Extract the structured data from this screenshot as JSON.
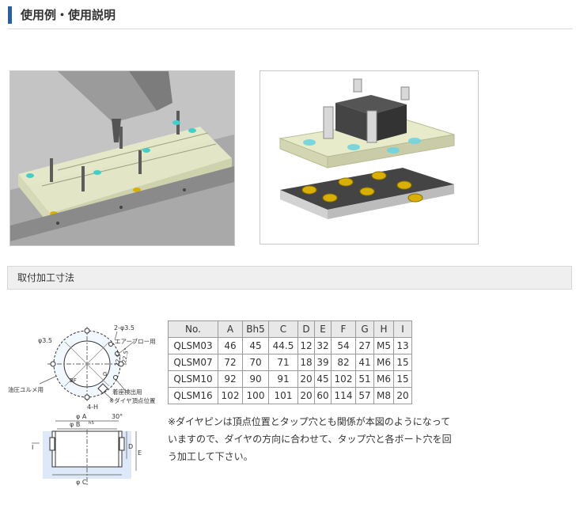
{
  "header": {
    "title": "使用例・使用説明"
  },
  "section": {
    "title": "取付加工寸法"
  },
  "diagram": {
    "labels": {
      "phi35_top": "φ3.5",
      "two_phi35": "2-φ3.5",
      "air_blow": "エアーブロー用",
      "hydraulic": "油圧ユルメ用",
      "seating": "着座検出用",
      "diamond_pos": "※ダイヤ頂点位置",
      "four_h": "4-H",
      "angle_225a": "22.5°",
      "angle_225b": "22.5°",
      "bf": "BF",
      "g": "G",
      "phi_a": "φ A",
      "phi_b": "φ B",
      "b_tol": "h5",
      "deg30": "30°",
      "phi_c": "φ C",
      "i": "I",
      "d": "D",
      "e": "E"
    }
  },
  "table": {
    "headers": [
      "No.",
      "A",
      "Bh5",
      "C",
      "D",
      "E",
      "F",
      "G",
      "H",
      "I"
    ],
    "rows": [
      [
        "QLSM03",
        "46",
        "45",
        "44.5",
        "12",
        "32",
        "54",
        "27",
        "M5",
        "13"
      ],
      [
        "QLSM07",
        "72",
        "70",
        "71",
        "18",
        "39",
        "82",
        "41",
        "M6",
        "15"
      ],
      [
        "QLSM10",
        "92",
        "90",
        "91",
        "20",
        "45",
        "102",
        "51",
        "M6",
        "15"
      ],
      [
        "QLSM16",
        "102",
        "100",
        "101",
        "20",
        "60",
        "114",
        "57",
        "M8",
        "20"
      ]
    ]
  },
  "note": {
    "line1": "※ダイヤピンは頂点位置とタップ穴とも関係が本図のようになって",
    "line2": "いますので、ダイヤの方向に合わせて、タップ穴と各ボート穴を回",
    "line3": "う加工して下さい。"
  },
  "colors": {
    "accent": "#2a5fa6",
    "gold": "#d9b000",
    "glass": "#e9edc8"
  }
}
